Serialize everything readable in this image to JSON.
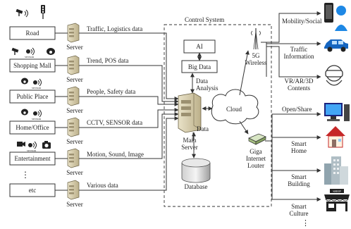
{
  "control_system": {
    "title": "Control System"
  },
  "sources": [
    {
      "label": "Road",
      "flow": "Traffic, Logistics data",
      "server": "Server"
    },
    {
      "label": "Shopping Mall",
      "flow": "Trend, POS data",
      "server": "Server"
    },
    {
      "label": "Public Place",
      "flow": "People, Safety data",
      "server": "Server"
    },
    {
      "label": "Home/Office",
      "flow": "CCTV, SENSOR data",
      "server": "Server"
    },
    {
      "label": "Entertainment",
      "flow": "Motion, Sound, Image",
      "server": "Server"
    },
    {
      "label": "etc",
      "flow": "Various data",
      "server": "Server"
    }
  ],
  "ellipsis_left": "⋮",
  "ellipsis_right": "⋮",
  "ai": "AI",
  "big_data": "Big Data",
  "data_analysis": [
    "Data",
    "Analysis"
  ],
  "main_server": [
    "Main",
    "Server"
  ],
  "data": "Data",
  "database": "Database",
  "cloud": "Cloud",
  "wireless": [
    "5G",
    "Wireless"
  ],
  "giga": [
    "Giga",
    "Internet",
    "Louter"
  ],
  "sensor_badge": "SENSOR",
  "outputs_wireless": [
    {
      "label": [
        "Mobility/Social"
      ]
    },
    {
      "label": [
        "Traffic",
        "Information"
      ]
    },
    {
      "label": [
        "VR/AR/3D",
        "Contents"
      ]
    }
  ],
  "outputs_giga": [
    {
      "label": [
        "Open/Share"
      ]
    },
    {
      "label": [
        "Smart",
        "Home"
      ]
    },
    {
      "label": [
        "Smart",
        "Building"
      ]
    },
    {
      "label": [
        "Smart",
        "Culture"
      ]
    }
  ],
  "shop_sign": "SHOP"
}
